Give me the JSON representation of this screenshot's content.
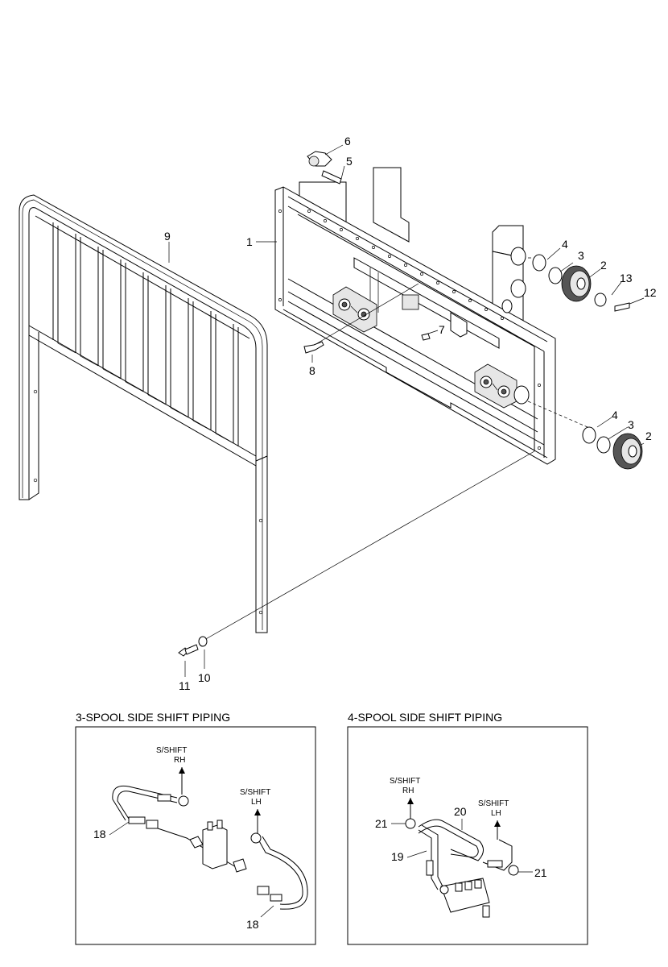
{
  "callouts": {
    "c1": "1",
    "c2a": "2",
    "c2b": "2",
    "c3a": "3",
    "c3b": "3",
    "c4a": "4",
    "c4b": "4",
    "c5": "5",
    "c6": "6",
    "c7": "7",
    "c8": "8",
    "c9": "9",
    "c10": "10",
    "c11": "11",
    "c12": "12",
    "c13": "13"
  },
  "panel_left": {
    "title": "3-SPOOL SIDE SHIFT PIPING",
    "rh_line1": "S/SHIFT",
    "rh_line2": "RH",
    "lh_line1": "S/SHIFT",
    "lh_line2": "LH",
    "c18a": "18",
    "c18b": "18"
  },
  "panel_right": {
    "title": "4-SPOOL SIDE SHIFT PIPING",
    "rh_line1": "S/SHIFT",
    "rh_line2": "RH",
    "lh_line1": "S/SHIFT",
    "lh_line2": "LH",
    "c19": "19",
    "c20": "20",
    "c21a": "21",
    "c21b": "21"
  }
}
